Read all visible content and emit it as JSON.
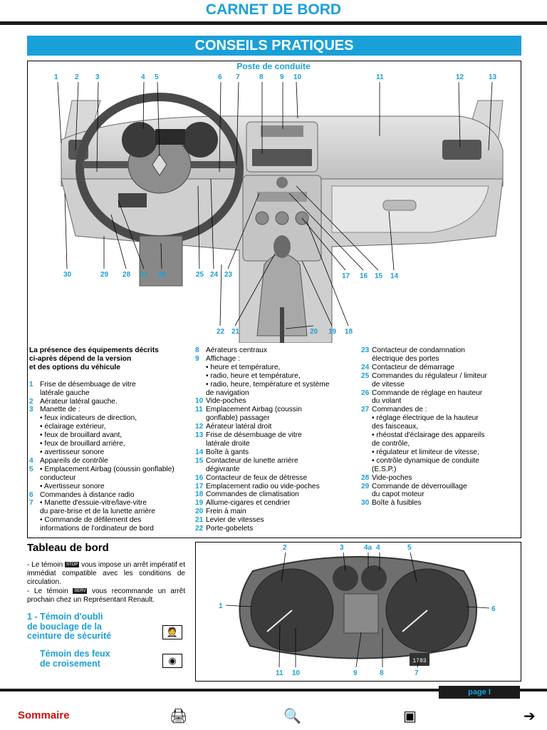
{
  "header": {
    "title": "CARNET DE BORD",
    "banner": "CONSEILS PRATIQUES"
  },
  "dashboard": {
    "title": "Poste de conduite",
    "top_numbers": [
      "1",
      "2",
      "3",
      "4",
      "5",
      "6",
      "7",
      "8",
      "9",
      "10",
      "11",
      "12",
      "13"
    ],
    "bottom_numbers": [
      "30",
      "29",
      "28",
      "27",
      "26",
      "25",
      "24",
      "23",
      "17",
      "16",
      "15",
      "14",
      "22",
      "21",
      "20",
      "19",
      "18"
    ]
  },
  "legend": {
    "intro": "La présence des équipements décrits\nci-après dépend de la version\net des options du véhicule",
    "col1": [
      {
        "n": "1",
        "t": "Frise de désembuage de vitre\nlatérale gauche"
      },
      {
        "n": "2",
        "t": "Aérateur latéral gauche."
      },
      {
        "n": "3",
        "t": "Manette de :\n   • feux indicateurs de direction,\n   • éclairage extérieur,\n   • feux de brouillard avant,\n   • feux de brouillard arrière,\n   • avertisseur sonore"
      },
      {
        "n": "4",
        "t": "Appareils de contrôle"
      },
      {
        "n": "5",
        "t": "• Emplacement Airbag (coussin gonflable)\nconducteur\n• Avertisseur sonore"
      },
      {
        "n": "6",
        "t": "Commandes à distance radio"
      },
      {
        "n": "7",
        "t": "• Manette d'essuie-vitre/lave-vitre\n  du pare-brise et de la lunette arrière\n• Commande de défilement des\n  informations de l'ordinateur de bord"
      }
    ],
    "col2": [
      {
        "n": "8",
        "t": "Aérateurs centraux"
      },
      {
        "n": "9",
        "t": "Affichage :\n   • heure et température,\n   • radio, heure et température,\n   • radio, heure, température et système\n     de navigation"
      },
      {
        "n": "10",
        "t": "Vide-poches"
      },
      {
        "n": "11",
        "t": "Emplacement Airbag (coussin\ngonflable) passager"
      },
      {
        "n": "12",
        "t": "Aérateur latéral droit"
      },
      {
        "n": "13",
        "t": "Frise de désembuage de vitre\nlatérale droite"
      },
      {
        "n": "14",
        "t": "Boîte à gants"
      },
      {
        "n": "15",
        "t": "Contacteur de lunette arrière\ndégivrante"
      },
      {
        "n": "16",
        "t": "Contacteur de feux de détresse"
      },
      {
        "n": "17",
        "t": "Emplacement radio ou vide-poches"
      },
      {
        "n": "18",
        "t": "Commandes de climatisation"
      },
      {
        "n": "19",
        "t": "Allume-cigares et cendrier"
      },
      {
        "n": "20",
        "t": "Frein à main"
      },
      {
        "n": "21",
        "t": "Levier de vitesses"
      },
      {
        "n": "22",
        "t": "Porte-gobelets"
      }
    ],
    "col3": [
      {
        "n": "23",
        "t": "Contacteur de condamnation\nélectrique des portes"
      },
      {
        "n": "24",
        "t": "Contacteur de démarrage"
      },
      {
        "n": "25",
        "t": "Commandes du régulateur / limiteur\nde vitesse"
      },
      {
        "n": "26",
        "t": "Commande de réglage en hauteur\ndu volant"
      },
      {
        "n": "27",
        "t": " Commandes de :\n   • réglage électrique de la hauteur\n     des faisceaux,\n   • rhéostat d'éclairage des appareils\n     de contrôle,\n   • régulateur et limiteur de vitesse,\n   • contrôle dynamique de conduite\n     (E.S.P.)"
      },
      {
        "n": "28",
        "t": "Vide-poches"
      },
      {
        "n": "29",
        "t": "Commande de déverrouillage\ndu capot moteur"
      },
      {
        "n": "30",
        "t": "Boîte à fusibles"
      }
    ]
  },
  "tableau": {
    "title": "Tableau de bord",
    "p1_a": "- Le témoin ",
    "p1_tag": "STOP",
    "p1_b": " vous impose un arrêt impératif et immédiat compatible avec les conditions de circulation.",
    "p2_a": "- Le témoin ",
    "p2_tag": "SERV",
    "p2_b": " vous recommande un arrêt prochain chez un Représentant Renault.",
    "t1_num": "1 - ",
    "t1": "Témoin d'oubli\nde bouclage de la\nceinture de sécurité",
    "t2": "Témoin des feux\nde croisement",
    "cluster_numbers": [
      "1",
      "2",
      "3",
      "4a",
      "4",
      "5",
      "6",
      "7",
      "8",
      "9",
      "10",
      "11"
    ],
    "odometer": "1703"
  },
  "footer": {
    "page": "page I",
    "sommaire": "Sommaire"
  }
}
